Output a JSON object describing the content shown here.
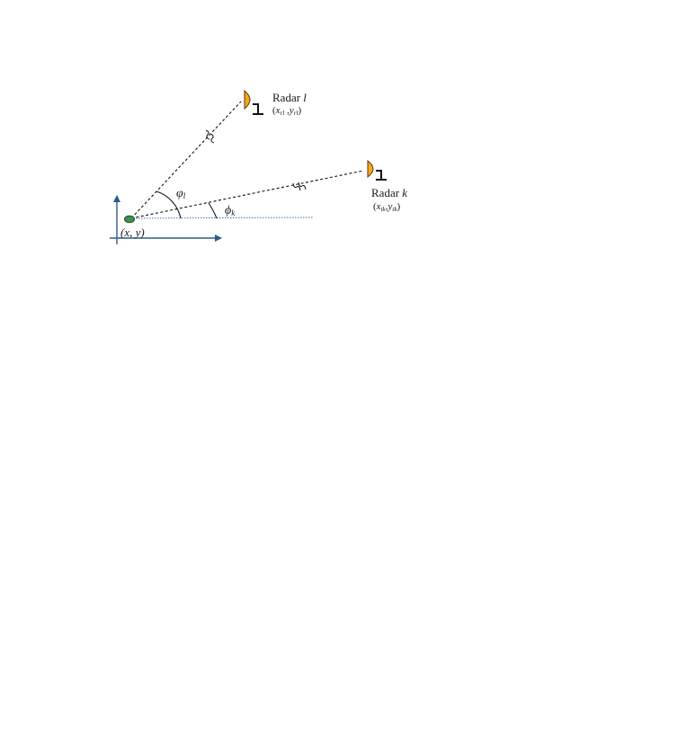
{
  "radar_l": {
    "name": "Radar",
    "index": "l",
    "coord_x": "x",
    "coord_x_sub": "rl",
    "coord_sep": " ,",
    "coord_y": "y",
    "coord_y_sub": "rl",
    "open": "(",
    "close": ")"
  },
  "radar_k": {
    "name": "Radar",
    "index": "k",
    "coord_x": "x",
    "coord_x_sub": "tk",
    "coord_sep": ",",
    "coord_y": "y",
    "coord_y_sub": "tk",
    "open": "(",
    "close": ")"
  },
  "origin": {
    "label": "(x, y)"
  },
  "angles": {
    "phi_l_symbol": "φ",
    "phi_l_sub": "l",
    "phi_k_symbol": "ϕ",
    "phi_k_sub": "k"
  },
  "colors": {
    "axis": "#2e5c8a",
    "radar_fill": "#f5a623",
    "radar_stroke": "#5a3a00",
    "target_fill": "#3f8f4f",
    "target_stroke": "#1e4d28",
    "baseline": "#3a6fb0",
    "line": "#111111"
  }
}
